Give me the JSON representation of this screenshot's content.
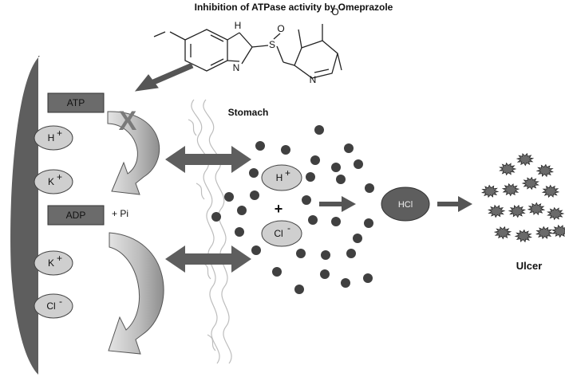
{
  "title": "Inhibition of ATPase activity by Omeprazole",
  "molecule": {
    "nh": "H",
    "n_ring": "N",
    "s": "S",
    "o_double": "O",
    "o_minus": "O",
    "n_pyridine": "N"
  },
  "membrane_labels": {
    "atp": "ATP",
    "adp": "ADP",
    "pi": "+ Pi",
    "inhibit_mark": "X"
  },
  "ions_left": {
    "h": "H",
    "k1": "K",
    "k2": "K",
    "cl": "Cl"
  },
  "stomach": {
    "label": "Stomach",
    "h": "H",
    "plus": "+",
    "cl": "Cl"
  },
  "hcl": "HCl",
  "ulcer": "Ulcer",
  "colors": {
    "dark_gray": "#5e5e5e",
    "box_gray": "#6b6b6b",
    "ellipse_fill": "#cfcfcf",
    "dot": "#404040"
  }
}
